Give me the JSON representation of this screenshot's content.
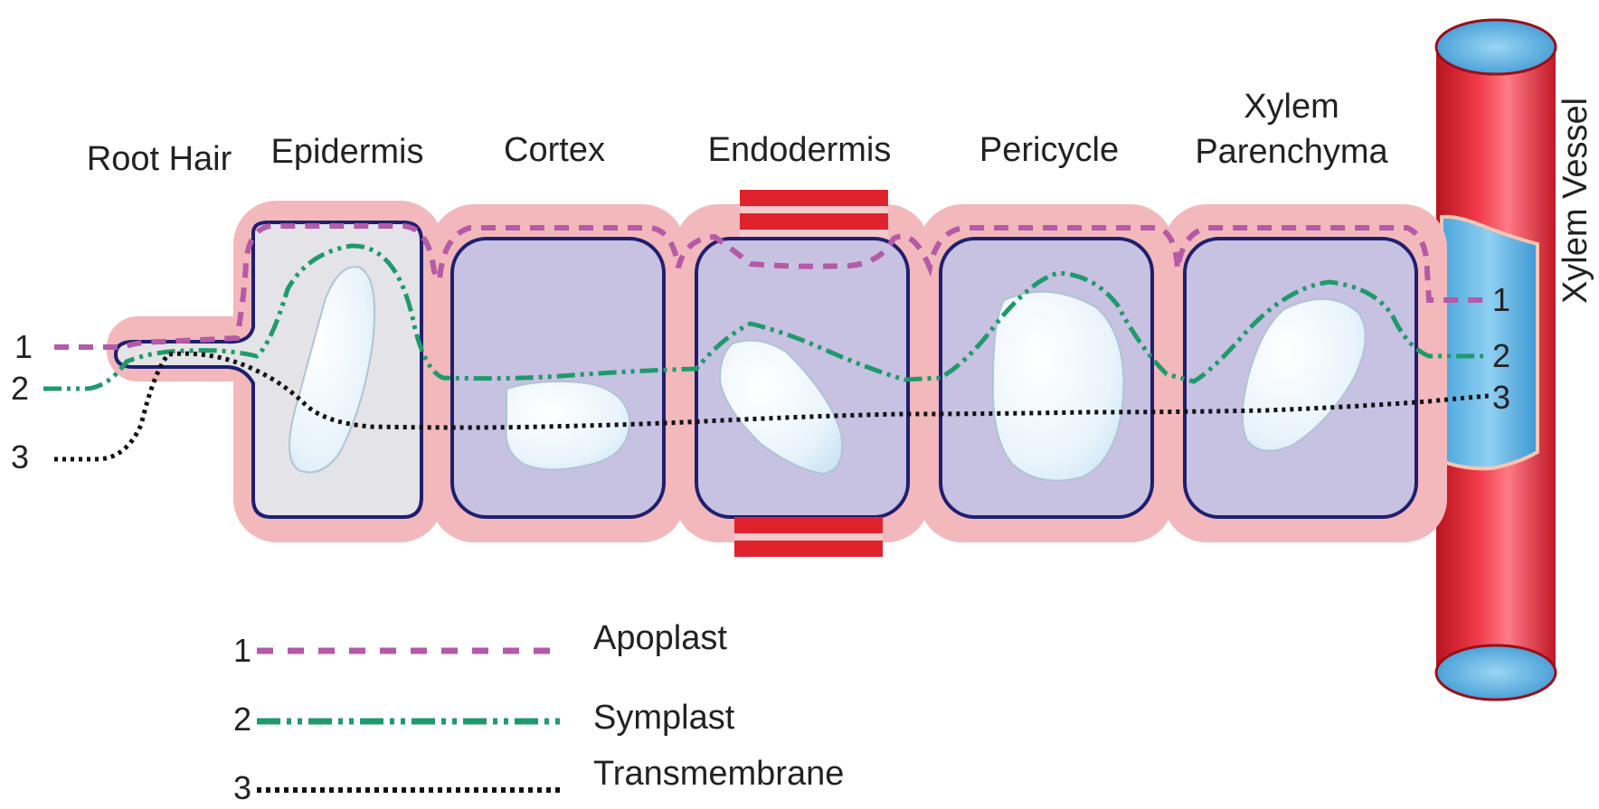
{
  "cell_labels": {
    "root_hair": "Root Hair",
    "epidermis": "Epidermis",
    "cortex": "Cortex",
    "endodermis": "Endodermis",
    "pericycle": "Pericycle",
    "xylem_parenchyma_line1": "Xylem",
    "xylem_parenchyma_line2": "Parenchyma",
    "xylem_vessel": "Xylem Vessel"
  },
  "path_numbers": {
    "left": [
      "1",
      "2",
      "3"
    ],
    "right": [
      "1",
      "2",
      "3"
    ]
  },
  "legend": [
    {
      "number": "1",
      "label": "Apoplast",
      "style": "dashed",
      "color": "#b45aa6"
    },
    {
      "number": "2",
      "label": "Symplast",
      "style": "dash-dot-dot",
      "color": "#1f9a6b"
    },
    {
      "number": "3",
      "label": "Transmembrane",
      "style": "dotted",
      "color": "#111111"
    }
  ],
  "colors": {
    "cell_wall": "#f2b8bc",
    "cytoplasm": "#c7c1e2",
    "epidermis_cytoplasm": "#e4e4e8",
    "membrane": "#1f1f6e",
    "casparian_strip": "#e0222c",
    "xylem_vessel": "#e8293a",
    "xylem_sap": "#5fb8e6"
  }
}
